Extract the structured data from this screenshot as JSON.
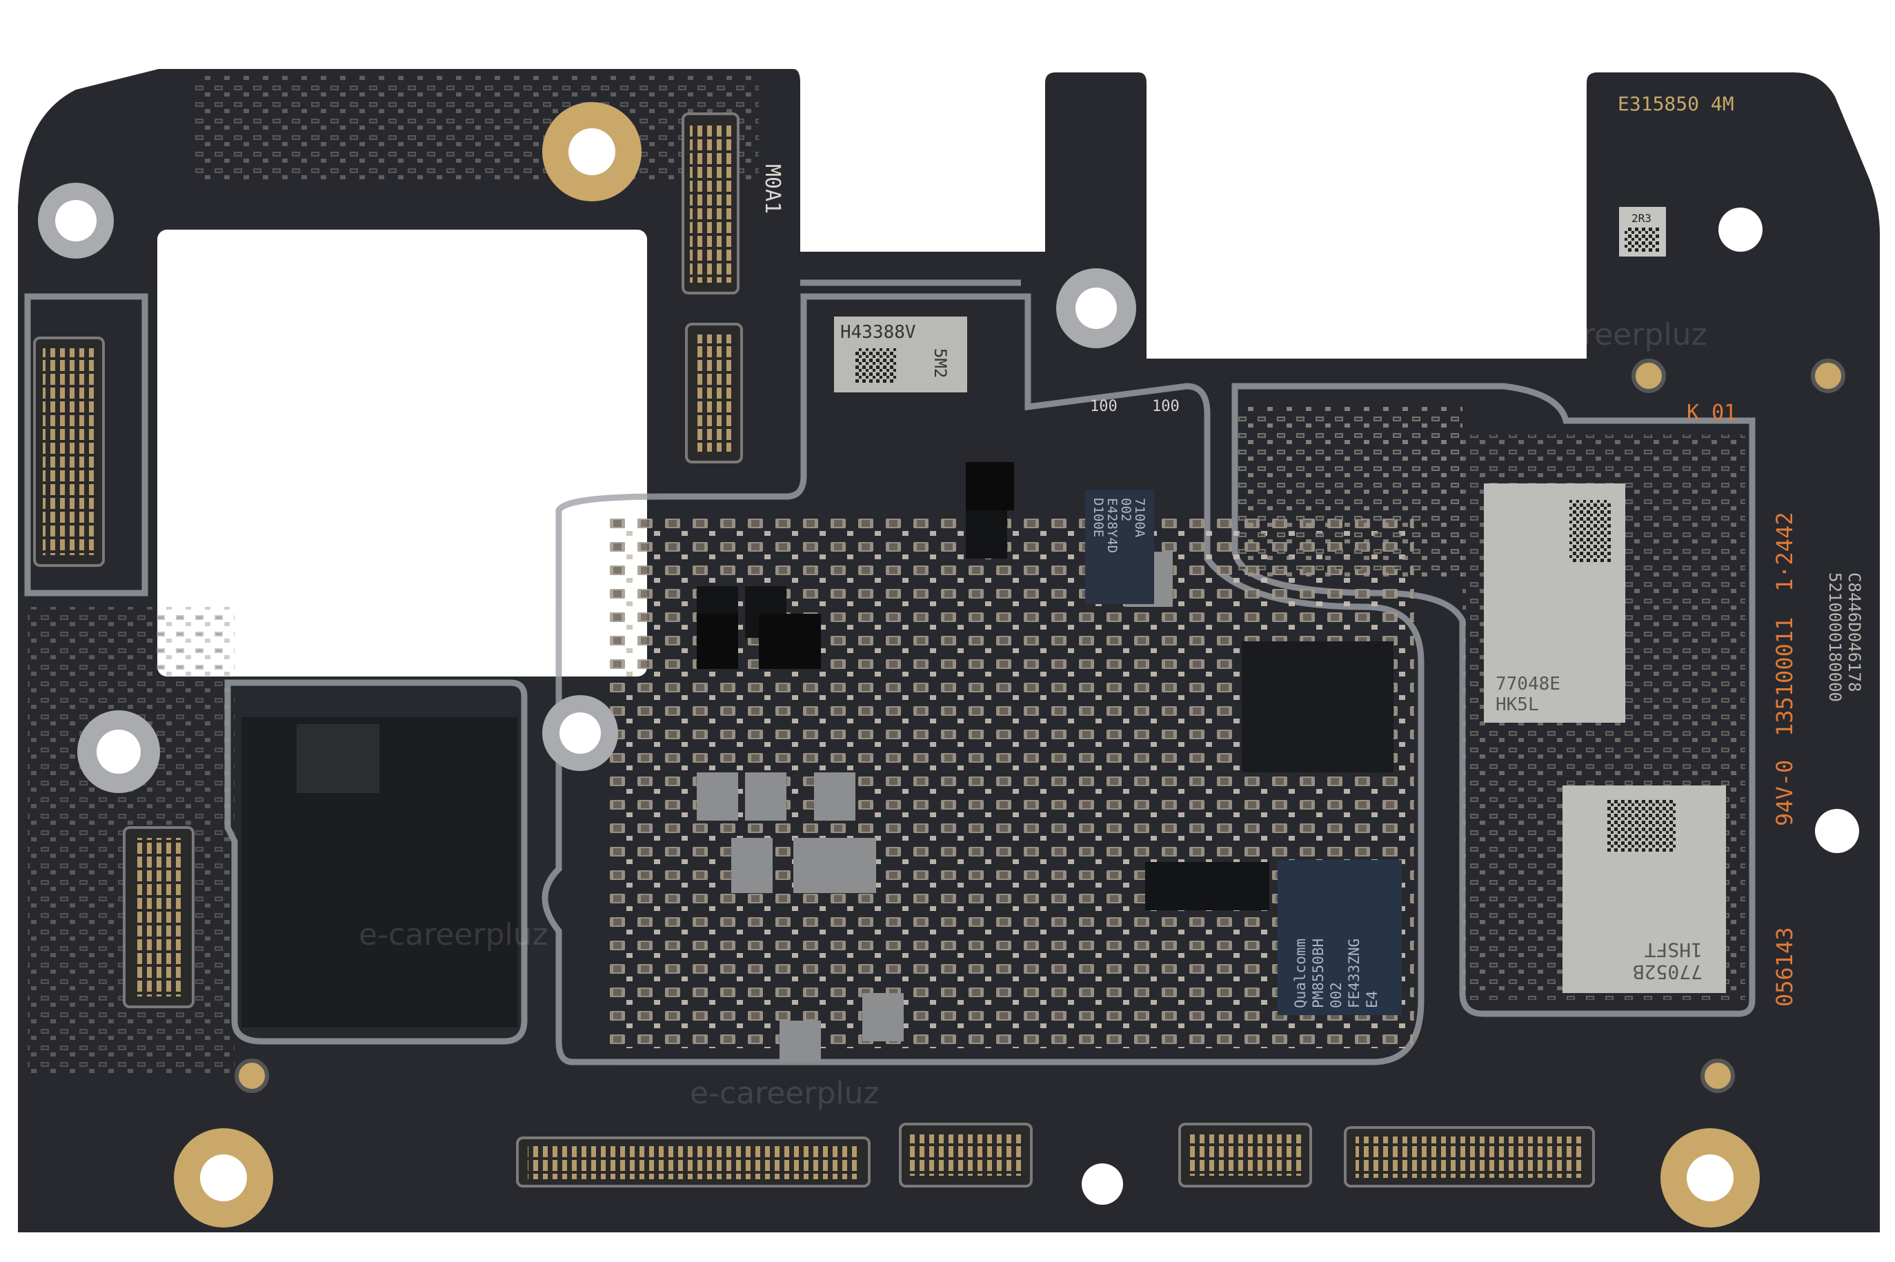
{
  "board": {
    "colors": {
      "pcb": "#27292e",
      "shield": "#b9b9b5",
      "gold": "#c9a86a",
      "copper": "#c9704a",
      "silk_orange": "#e07a3a",
      "silk_white": "#d8d8d0"
    },
    "labels": {
      "board_rev": "M0A1",
      "corner_code": "E315850 4M",
      "k_mark": "K 01",
      "date_code": "1·2442",
      "lot_code": "135100011",
      "ul_rating": "94V-0",
      "board_id": "056143",
      "serial_a": "C8446D046178",
      "serial_b": "5210000180000",
      "res_a": "100",
      "res_b": "100",
      "small_ic": "2R3"
    },
    "chips": {
      "rf_module": {
        "line1": "H43388V",
        "line2": "5M2"
      },
      "pmic_small": {
        "line1": "7100A",
        "line2": "002",
        "line3": "E428Y4D",
        "line4": "D100E"
      },
      "qualcomm_pmic": {
        "line1": "Qualcomm",
        "line2": "PM8550BH",
        "line3": "002",
        "line4": "FE433ZNG",
        "line5": "E4"
      },
      "shield_a": {
        "line1": "77048E",
        "line2": "HK5L"
      },
      "shield_b": {
        "line1": "77052B",
        "line2": "1HSFT"
      }
    },
    "watermark": "e-careerpluz"
  }
}
